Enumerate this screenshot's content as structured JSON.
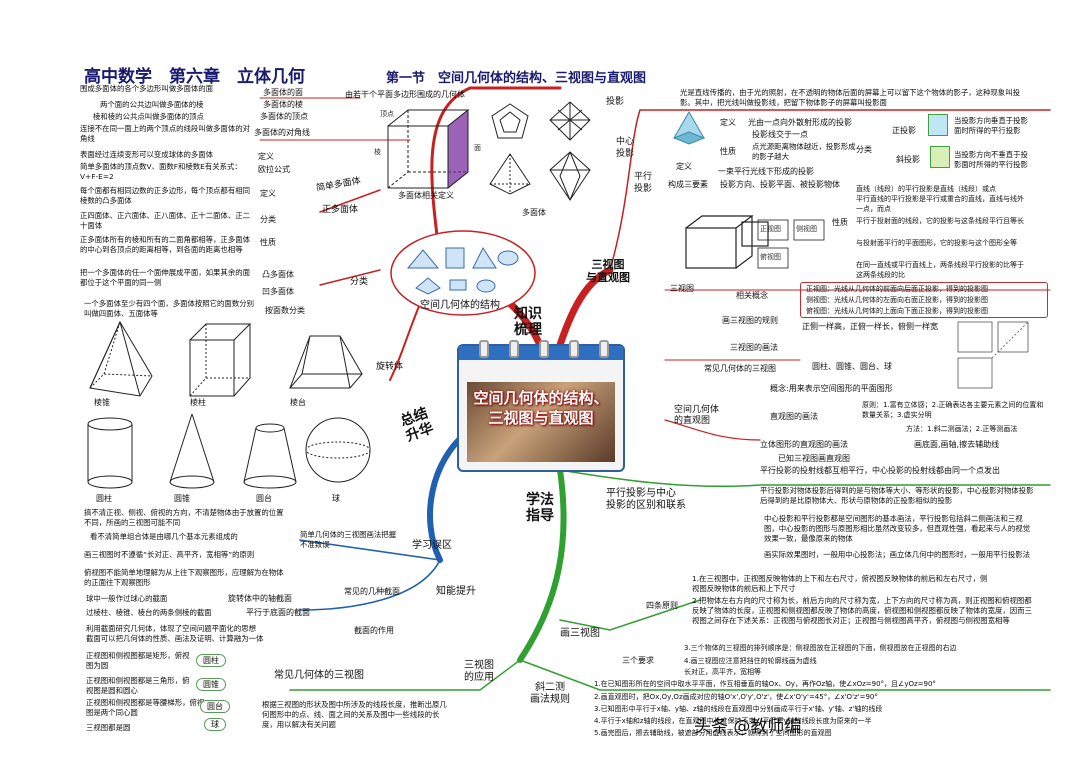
{
  "header": {
    "title": "高中数学　第六章　立体几何",
    "section": "第一节　空间几何体的结构、三视图与直观图"
  },
  "center": {
    "label": "空间几何体的结构、三视图与直观图"
  },
  "branches": {
    "knowledge": "知识\n梳理",
    "summary": "总结\n升华",
    "method": "学法\n指导",
    "three_view_direct": "三视图\n与直观图",
    "structure": "空间几何体的结构"
  },
  "left_top": {
    "polyhedron_def_caption": "由若干个平面多边形围成的几何体",
    "rows": [
      {
        "text": "围成多面体的各个多边形叫做多面体的面",
        "tag": "多面体的面"
      },
      {
        "text": "两个面的公共边叫做多面体的棱",
        "tag": "多面体的棱"
      },
      {
        "text": "棱和棱的公共点叫做多面体的顶点",
        "tag": "多面体的顶点"
      },
      {
        "text": "连接不在同一面上的两个顶点的线段叫做多面体的对角线",
        "tag": "多面体的对角线"
      },
      {
        "text": "表面经过连续变形可以变成球体的多面体",
        "tag": "定义"
      },
      {
        "text": "简单多面体的顶点数V、面数F和棱数E有关系式：V+F-E=2",
        "tag": "欧拉公式"
      }
    ],
    "simple_polyhedron": "简单多面体",
    "regular_rows": [
      {
        "text": "每个面都有相同边数的正多边形，每个顶点都有相同棱数的凸多面体",
        "tag": "定义"
      },
      {
        "text": "正四面体、正六面体、正八面体、正十二面体、正二十面体",
        "tag": "分类"
      },
      {
        "text": "正多面体所有的棱和所有的二面角都相等，正多面体的中心到各顶点的距离相等，到各面的距离也相等",
        "tag": "性质"
      }
    ],
    "regular_polyhedron": "正多面体",
    "convex_text": "把一个多面体的任一个面伸展成平面，如果其余的面都位于这个平面的同一侧",
    "convex_tag": "凸多面体",
    "concave_tag": "凹多面体",
    "classify": "分类",
    "by_faces_text": "一个多面体至少有四个面，多面体按照它的面数分别叫做四面体、五面体等",
    "by_faces_tag": "按面数分类",
    "fig_caption_related": "多面体相关定义",
    "fig_caption_poly": "多面体",
    "fig_labels": {
      "vertex": "顶点",
      "edge": "棱",
      "face": "面"
    },
    "rotation": "旋转体",
    "solids_row1": [
      "棱锥",
      "棱柱",
      "棱台"
    ],
    "solids_row2": [
      "圆柱",
      "圆锥",
      "圆台",
      "球"
    ]
  },
  "left_bottom": {
    "study": "学习误区",
    "ability": "知能提升",
    "rows_study": [
      "搞不清正视、侧视、俯视的方向，不清楚物体由于放置的位置不同，所画的三视图可能不同",
      "看不清简单组合体是由哪几个基本元素组成的",
      "画三视图时不遵循“长对正、高平齐，宽相等”的原则"
    ],
    "study_tag": "简单几何体的三视图画法把握不准致误",
    "common_sections_title": "常见的几种截面",
    "rows_sections": [
      {
        "text": "俯视图不能简单地理解为从上往下观察图形，应理解为在物体的正面往下观察图形",
        "tag": ""
      },
      {
        "text": "球中一般作过球心的截面",
        "tag": "旋转体中的轴截面"
      },
      {
        "text": "过棱柱、棱锥、棱台的两条侧棱的截面",
        "tag": "平行于底面的截面"
      }
    ],
    "section_use_tag": "截面的作用",
    "section_use_rows": [
      "利用截面研究几何体，体现了空间问题平面化的思想",
      "截面可以把几何体的性质、画法及证明、计算融为一体"
    ],
    "common_views_title": "常见几何体的三视图",
    "view_rows": [
      {
        "text": "正视图和侧视图都是矩形，俯视图为圆",
        "tag": "圆柱"
      },
      {
        "text": "正视图和侧视图都是三角形，俯视图是圆和圆心",
        "tag": "圆锥"
      },
      {
        "text": "正视图和侧视图都是等腰梯形，俯视图是两个同心圆",
        "tag": "圆台"
      },
      {
        "text": "三视图都是圆",
        "tag": "球"
      }
    ],
    "view_apply": "三视图\n的应用",
    "view_apply_text": "根据三视图的形状及图中所涉及的线段长度，推断出原几何图形中的点、线、面之间的关系及图中一些线段的长度，用以解决有关问题",
    "oblique": "斜二测\n画法规则",
    "oblique_rows": [
      "1.在已知图形所在的空间中取水平平面，作互相垂直的轴Ox、Oy，再作Oz轴，使∠xOz=90°，且∠yOz=90°",
      "2.画直观图时，把Ox,Oy,Oz画成对应的轴O'x',O'y',O'z'，使∠x'O'y'=45°，∠x'O'z'=90°",
      "3.已知图形中平行于x轴、y轴、z轴的线段在直观图中分别画成平行于x'轴、y'轴、z'轴的线段",
      "4.平行于x轴和z轴的线段，在直观图中长度保持不变，平行于y轴的线段长度为原来的一半",
      "5.画完图后，擦去辅助线，被遮部分用虚线表示，就得到了空间图形的直观图"
    ]
  },
  "right_top": {
    "projection": "投影",
    "projection_text": "光是直线传播的，由于光的照射，在不透明的物体后面的屏幕上可以留下这个物体的影子，这种现象叫投影。其中，把光线叫做投影线，把留下物体影子的屏幕叫投影面",
    "central": "中心\n投影",
    "central_rows": [
      {
        "text": "光由一点向外散射形成的投影",
        "tag": "定义"
      },
      {
        "text": "投影线交于一点",
        "tag": ""
      },
      {
        "text": "点光源距离物体越近，投影形成的影子越大",
        "tag": "性质"
      }
    ],
    "parallel": "平行\n投影",
    "parallel_def": "一束平行光线下形成的投影",
    "parallel_def_tag": "定义",
    "three_elements_tag": "构成三要素",
    "three_elements": "投影方向、投影平面、被投影物体",
    "classify": "分类",
    "ortho": "正投影",
    "ortho_text": "当投影方向垂直于投影面时所得的平行投影",
    "oblique": "斜投影",
    "oblique_text": "当投影方向不垂直于投影面时所得的平行投影",
    "property": "性质",
    "property_rows": [
      "直线（线段）的平行投影是直线（线段）或点",
      "平行直线的平行投影是平行或重合的直线，直线与线外一点，而点",
      "平行于投射面的线段，它的投影与这条线段平行且等长",
      "与投射面平行的平面图形，它的投影与这个图形全等",
      "在同一直线或平行直线上，两条线段平行投影的比等于这两条线段的比"
    ],
    "three_view": "三视图",
    "concept": "相关概念",
    "concept_rows": [
      "正视图：光线从几何体的前面向后面正投影，得到的投影图",
      "侧视图：光线从几何体的左面向右面正投影，得到的投影图",
      "俯视图：光线从几何体的上面向下面正投影，得到的投影图"
    ],
    "rule_tag": "画三视图的规则",
    "rule_text": "正侧一样高，正俯一样长，俯侧一样宽",
    "draw_tag": "三视图的画法",
    "common_tag": "常见几何体的三视图",
    "common_text": "圆柱、圆锥、圆台、球",
    "diagram_labels": {
      "front": "正视图",
      "side": "侧视图",
      "top": "俯视图"
    }
  },
  "right_mid": {
    "direct_title": "空间几何体\n的直观图",
    "concept": "概念:用来表示空间图形的平面图形",
    "method_tag": "直观图的画法",
    "method_rows": [
      "原则：1.富有立体感；2.正确表达各主要元素之间的位置和数量关系；3.虚实分明",
      "方法：1.斜二测画法；2.正等测画法"
    ],
    "solid_tag": "立体图形的直观图的画法",
    "solid_text": "画底面,画轴,擦去辅助线",
    "known_tag": "已知三视图画直观图"
  },
  "right_bottom": {
    "diff_title": "平行投影与中心\n投影的区别和联系",
    "diff_rows": [
      "平行投影的投射线都互相平行，中心投影的投射线都由同一个点发出",
      "平行投影对物体投影后得到的是与物体等大小、等形状的投影，中心投影对物体投影后得到的是比原物体大、形状与原物体的正投影相似的投影",
      "中心投影和平行投影都是空间图形的基本画法，平行投影包括斜二侧画法和三视图，中心投影的图形与原图形相比虽然改变较多，但直观性强，看起来与人的视觉效果一致，最像原来的物体",
      "画实际效果图时，一般用中心投影法；画立体几何中的图形时，一般用平行投影法"
    ],
    "draw_three_view": "画三视图",
    "four_principles": "四条原则",
    "principle_rows": [
      "1.在三视图中，正视图反映物体的上下和左右尺寸，俯视图反映物体的前后和左右尺寸，侧视图反映物体的前后和上下尺寸",
      "2.把物体左右方向的尺寸称为长，前后方向的尺寸称为宽，上下方向的尺寸称为高，则正视图和俯视图都反映了物体的长度，正视图和侧视图都反映了物体的高度，俯视图和侧视图都反映了物体的宽度，因而三视图之间存在下述关系：正视图与俯视图长对正；正视图与侧视图高平齐，俯视图与侧视图宽相等"
    ],
    "three_req": "三个要求",
    "req_rows": [
      "3.三个物体的三视图的排列顺序是：侧视图放在正视图的下面，侧视图放在正视图的右边",
      "4.画三视图应注意把挡住的轮廓线画为虚线",
      "长对正，高平齐，宽相等"
    ]
  },
  "watermark": "头条 @教师编",
  "colors": {
    "red": "#d02020",
    "blue": "#2060b0",
    "green": "#30a030",
    "title": "#1a1a6e"
  }
}
